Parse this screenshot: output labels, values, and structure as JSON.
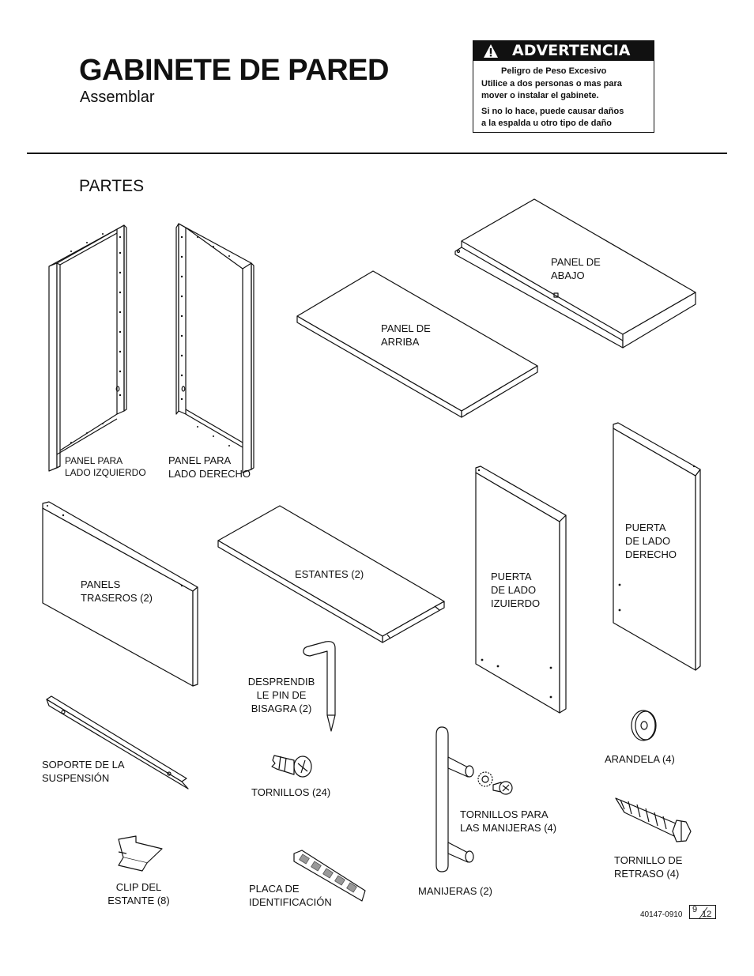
{
  "header": {
    "title": "GABINETE DE PARED",
    "subtitle": "Assemblar"
  },
  "warning": {
    "heading": "ADVERTENCIA",
    "line1": "Peligro de Peso Excesivo",
    "line2": "Utilice a dos personas o mas para",
    "line3": "mover o instalar el gabinete.",
    "line4": "Si no lo hace, puede causar daños",
    "line5": "a la espalda u otro tipo de daño"
  },
  "section_title": "PARTES",
  "parts": {
    "left_side_panel": [
      "PANEL PARA",
      "LADO IZQUIERDO"
    ],
    "right_side_panel": [
      "PANEL PARA",
      "LADO DERECHO"
    ],
    "top_panel": [
      "PANEL DE",
      "ARRIBA"
    ],
    "bottom_panel": [
      "PANEL DE",
      "ABAJO"
    ],
    "back_panels": [
      "PANELS",
      "TRASEROS (2)"
    ],
    "shelves": [
      "ESTANTES (2)"
    ],
    "left_door": [
      "PUERTA",
      "DE LADO",
      "IZUIERDO"
    ],
    "right_door": [
      "PUERTA",
      "DE LADO",
      "DERECHO"
    ],
    "hinge_pin": [
      "DESPRENDIB",
      "LE PIN DE",
      "BISAGRA (2)"
    ],
    "hanger": [
      "SOPORTE DE LA",
      "SUSPENSIÓN"
    ],
    "screws": [
      "TORNILLOS (24)"
    ],
    "handle_screws": [
      "TORNILLOS PARA",
      "LAS MANIJERAS (4)"
    ],
    "washer": [
      "ARANDELA (4)"
    ],
    "lag_screw": [
      "TORNILLO DE",
      "RETRASO (4)"
    ],
    "shelf_clip": [
      "CLIP DEL",
      "ESTANTE (8)"
    ],
    "id_plate": [
      "PLACA DE",
      "IDENTIFICACIÓN"
    ],
    "handles": [
      "MANIJERAS (2)"
    ]
  },
  "footer": {
    "code": "40147-0910",
    "page_num": "9",
    "page_total": "12"
  }
}
